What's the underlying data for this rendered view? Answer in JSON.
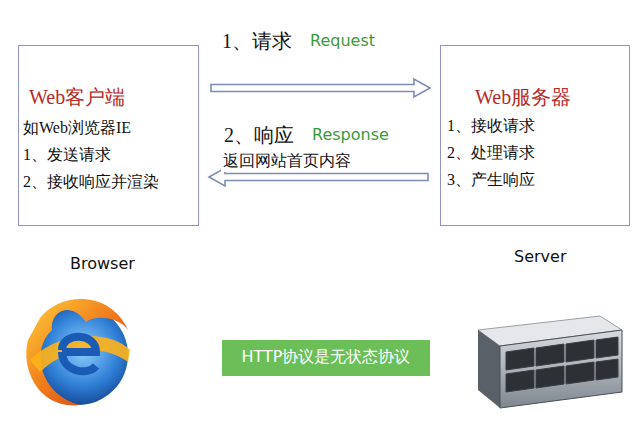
{
  "diagram": {
    "nodes": [
      {
        "text": [
          "Web客户端",
          "如Web浏览器IE",
          "1、发送请求",
          "2、接收响应并渲染"
        ]
      },
      {
        "text": [
          "Web服务器",
          "1、接收请求",
          "2、处理请求",
          "3、产生响应"
        ]
      },
      {
        "text": [
          "HTTP协议是无状态协议"
        ]
      }
    ],
    "edges": [
      {
        "from": 0,
        "to": 1,
        "arrow": "to",
        "label": "1、请求"
      },
      {
        "from": 1,
        "to": 0,
        "arrow": "to",
        "label": "2、响应"
      }
    ],
    "labels": [
      "Request",
      "Response",
      "返回网站首页内容",
      "Browser",
      "Server"
    ]
  }
}
